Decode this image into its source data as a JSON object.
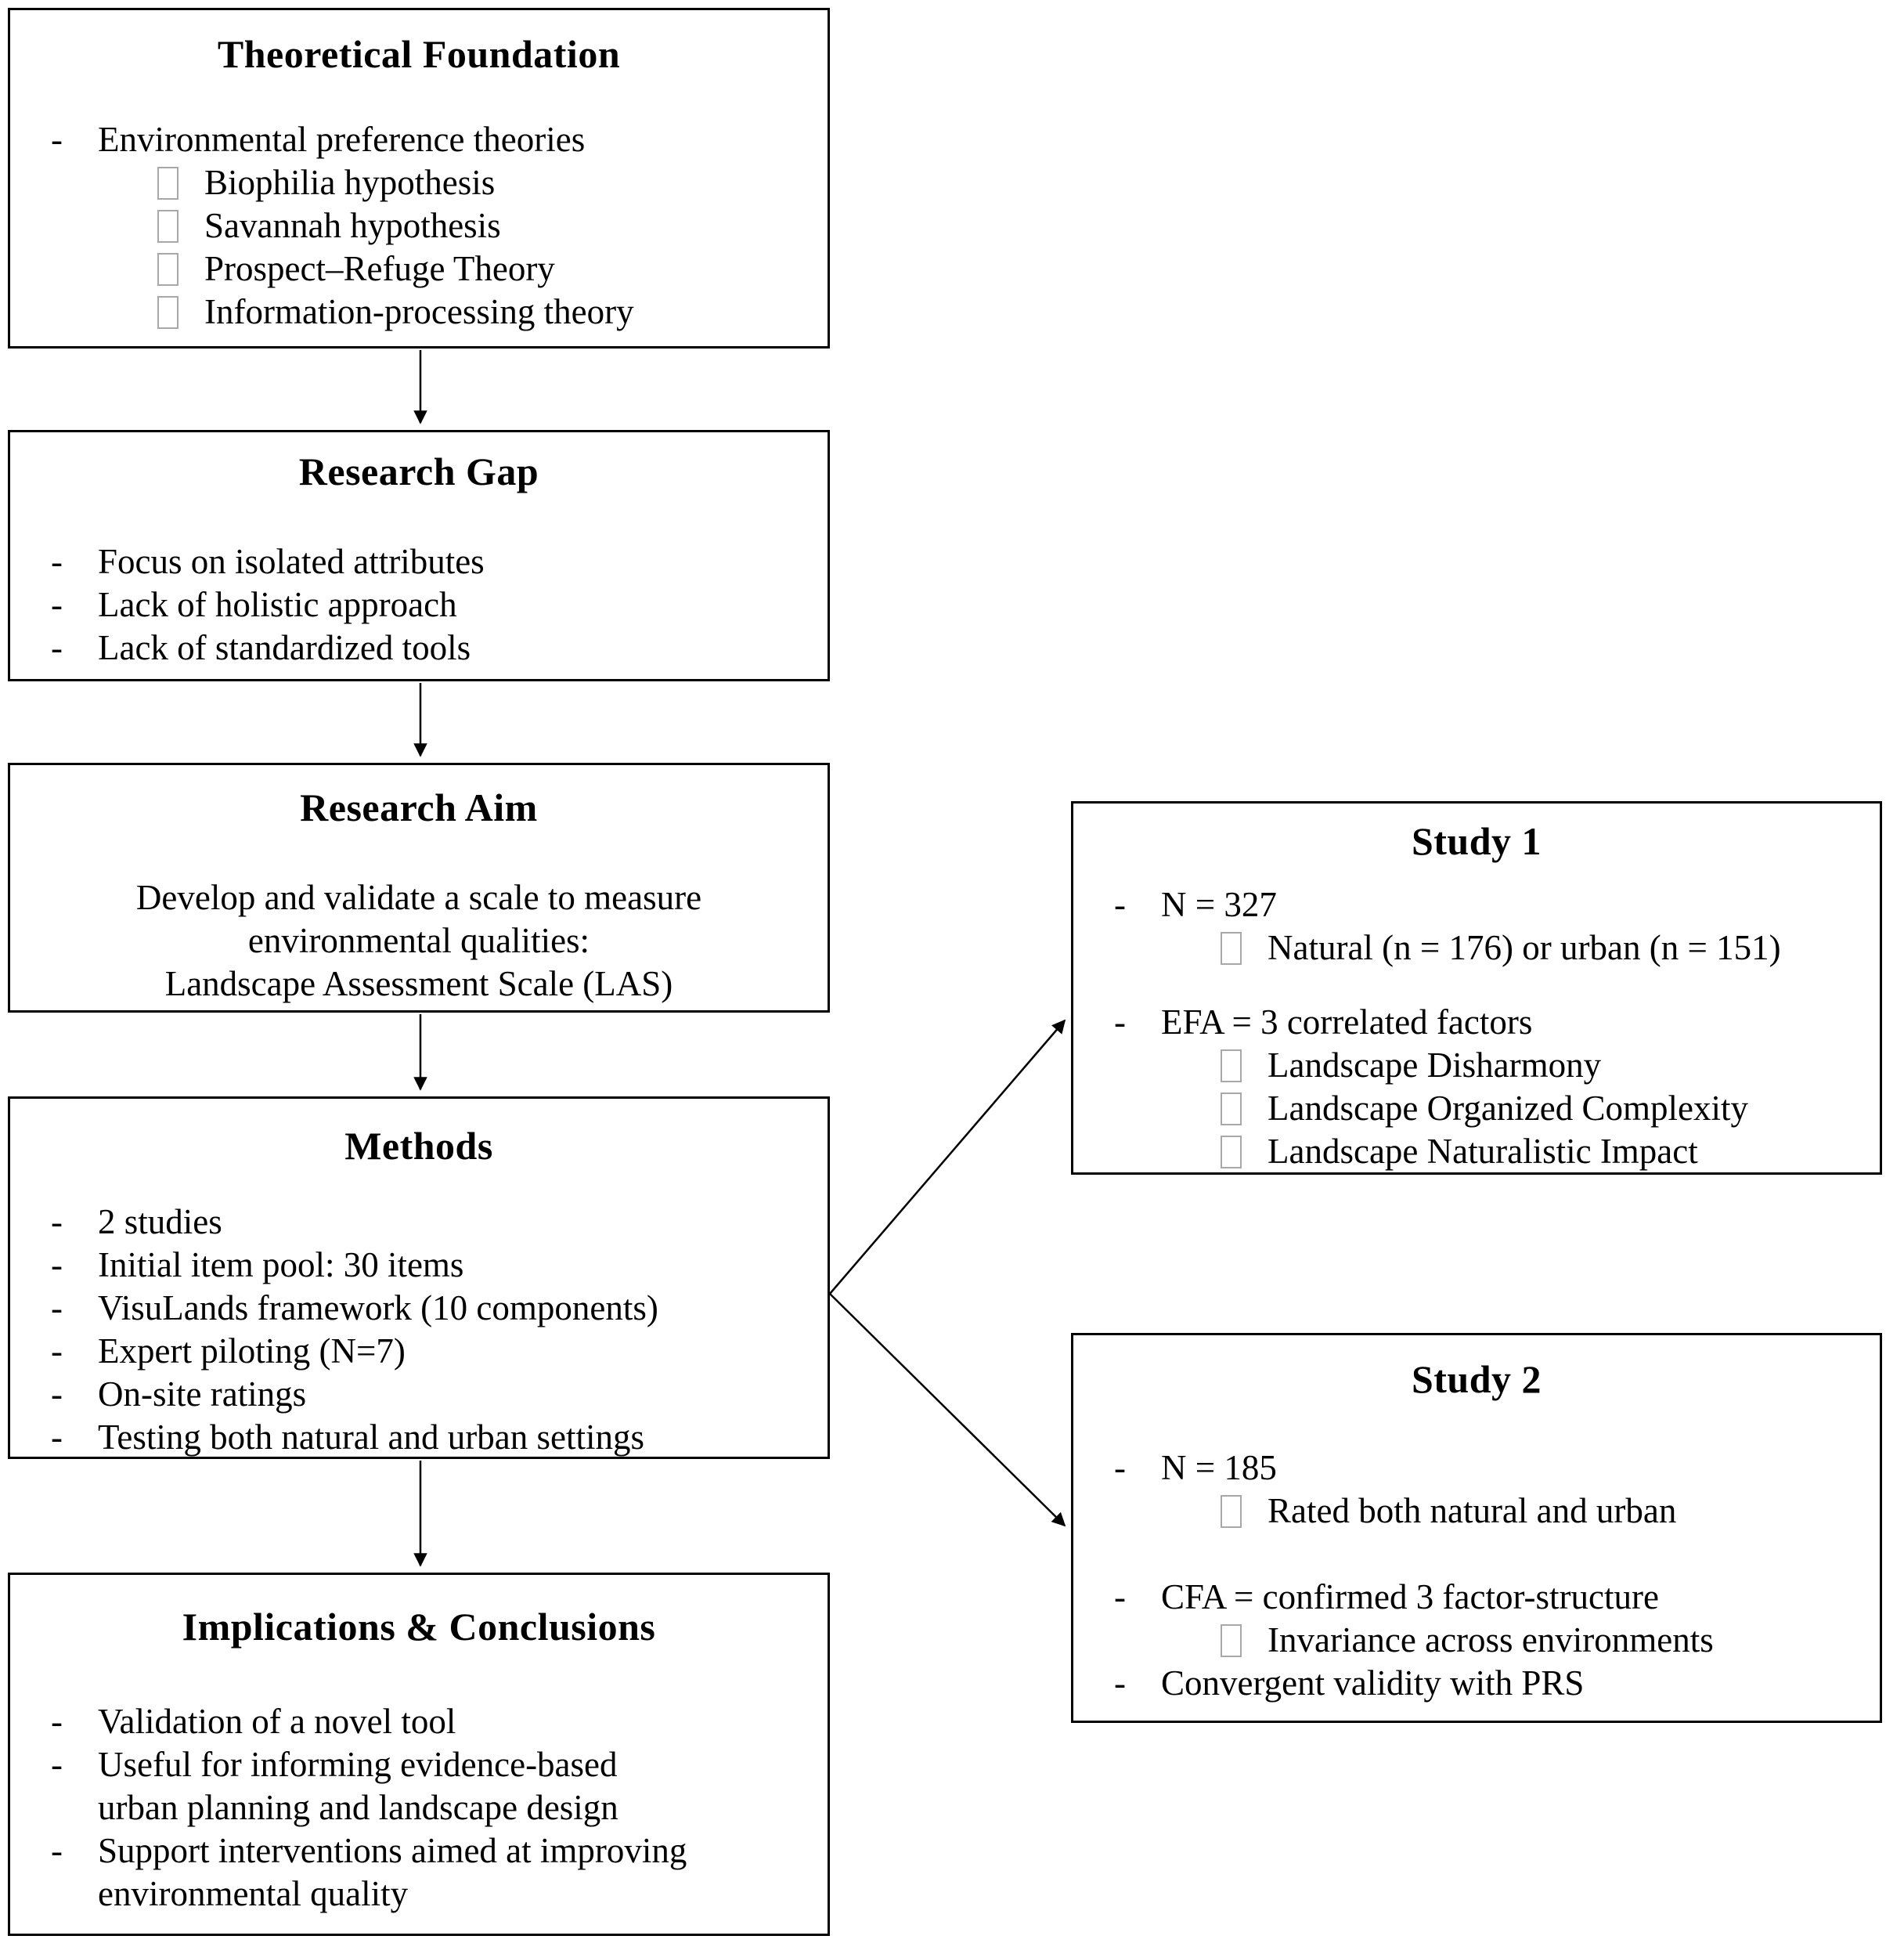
{
  "markers": {
    "dash": "-",
    "sub_bullet_icon": "missing-glyph-box"
  },
  "colors": {
    "background": "#ffffff",
    "border": "#000000",
    "text": "#000000",
    "sub_bullet_border": "#a8a8a8"
  },
  "boxes": {
    "theoretical_foundation": {
      "title": "Theoretical Foundation",
      "items": [
        "Environmental preference theories",
        "Biophilia hypothesis",
        "Savannah hypothesis",
        "Prospect–Refuge Theory",
        "Information-processing theory"
      ]
    },
    "research_gap": {
      "title": "Research Gap",
      "items": [
        "Focus on isolated attributes",
        "Lack of holistic approach",
        "Lack of standardized tools"
      ]
    },
    "research_aim": {
      "title": "Research Aim",
      "lines": [
        "Develop and validate a scale to measure",
        "environmental qualities:",
        "Landscape Assessment Scale (LAS)"
      ]
    },
    "methods": {
      "title": "Methods",
      "items": [
        "2 studies",
        "Initial item pool: 30 items",
        "VisuLands framework (10 components)",
        "Expert piloting (N=7)",
        "On-site ratings",
        "Testing both natural and urban settings"
      ]
    },
    "implications": {
      "title": "Implications & Conclusions",
      "items": [
        "Validation of a novel tool",
        "Useful for informing evidence-based",
        "urban planning and landscape design",
        "Support interventions aimed at improving",
        "environmental quality"
      ]
    },
    "study1": {
      "title": "Study 1",
      "items": [
        "N = 327",
        "Natural (n = 176) or urban (n = 151)",
        "EFA = 3 correlated factors",
        "Landscape Disharmony",
        "Landscape Organized Complexity",
        "Landscape Naturalistic Impact"
      ]
    },
    "study2": {
      "title": "Study 2",
      "items": [
        "N = 185",
        "Rated both natural and urban",
        "CFA = confirmed 3 factor-structure",
        "Invariance across environments",
        "Convergent validity with PRS"
      ]
    }
  }
}
